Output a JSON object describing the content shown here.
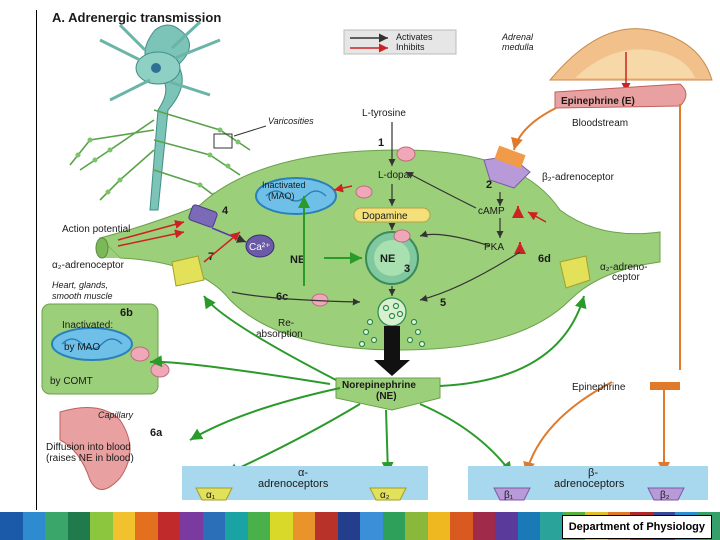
{
  "title": "A. Adrenergic transmission",
  "legend": {
    "activates": "Activates",
    "inhibits": "Inhibits"
  },
  "labels": {
    "adrenal_medulla": "Adrenal\nmedulla",
    "epinephrine_e": "Epinephrine (E)",
    "bloodstream": "Bloodstream",
    "varicosities": "Varicosities",
    "l_tyrosine": "L-tyrosine",
    "l_dopa": "L-dopa",
    "dopamine": "Dopamine",
    "inactivated_mao": "Inactivated\n(MAO)",
    "action_potential": "Action potential",
    "alpha2_adrenoceptor": "α₂-adrenoceptor",
    "beta2_adrenoceptor": "β₂-adrenoceptor",
    "alpha2_adrenoceptor_right": "α₂-adreno-\nceptor",
    "camp": "cAMP",
    "pka": "PKA",
    "ca2": "Ca²⁺",
    "ne_left": "NE",
    "ne_center": "NE",
    "re_absorption": "Re-\nabsorption",
    "heart_glands": "Heart, glands,\nsmooth muscle",
    "inactivated": "Inactivated:",
    "by_mao": "by MAO",
    "by_comt": "by COMT",
    "capillary": "Capillary",
    "diffusion": "Diffusion into blood\n(raises NE in blood)",
    "norepinephrine": "Norepinephrine\n(NE)",
    "epinephrine": "Epinephrine",
    "alpha_adrenoceptors": "α-\nadrenoceptors",
    "beta_adrenoceptors": "β-\nadrenoceptors",
    "alpha1": "α₁",
    "alpha2": "α₂",
    "beta1": "β₁",
    "beta2": "β₂"
  },
  "steps": {
    "s1": "1",
    "s2": "2",
    "s3": "3",
    "s4": "4",
    "s5": "5",
    "s6a": "6a",
    "s6b": "6b",
    "s6c": "6c",
    "s6d": "6d",
    "s7": "7"
  },
  "footer": {
    "department": "Department of Physiology"
  },
  "colors": {
    "terminal": "#9ccf7a",
    "neuron": "#7cc3b8",
    "activates": "#333333",
    "inhibits": "#cc2222",
    "green_arrow": "#2a9a2a",
    "orange_arrow": "#e07a2a",
    "receptor_box": "#a8d8ee",
    "alpha_receptor": "#e3e05a",
    "beta_receptor": "#b89ad8",
    "capillary": "#e8a0a0",
    "adrenal": "#f2c08a"
  },
  "bottom_bar_colors": [
    "#1a5aa8",
    "#2e8bd0",
    "#3aa66a",
    "#1f7a4c",
    "#8cc63f",
    "#f2c12e",
    "#e2701f",
    "#c02a2a",
    "#7a3aa0",
    "#2a6fb8",
    "#1aa3a3",
    "#4ab04a",
    "#d9d92a",
    "#e8942a",
    "#b8322a",
    "#233f8c",
    "#3a8fd8",
    "#2ea05a",
    "#8ab83a",
    "#f0b820",
    "#d85a20",
    "#a02a4a",
    "#5a3a9a",
    "#1a7ab8",
    "#2aa39a",
    "#5ab03a",
    "#e0c02a",
    "#e07a2a",
    "#b02a2a",
    "#3a4a9a",
    "#2a90d0",
    "#35a06a"
  ]
}
